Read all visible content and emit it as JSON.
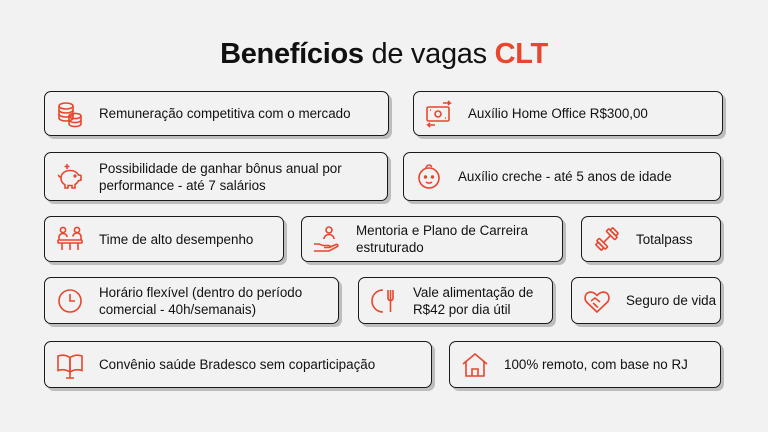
{
  "header": {
    "title_part1": "Benefícios",
    "title_part2": "de vagas",
    "title_part3": "CLT"
  },
  "accent_color": "#e8462d",
  "benefits": [
    {
      "label": "Remuneração competitiva com o mercado",
      "icon": "coins-stack-icon"
    },
    {
      "label": "Auxílio Home Office R$300,00",
      "icon": "money-transfer-icon"
    },
    {
      "label": "Possibilidade de ganhar bônus anual por performance - até 7 salários",
      "icon": "piggy-bank-icon"
    },
    {
      "label": "Auxílio creche - até 5 anos de idade",
      "icon": "baby-face-icon"
    },
    {
      "label": "Time de alto desempenho",
      "icon": "team-meeting-icon"
    },
    {
      "label": "Mentoria e Plano de Carreira estruturado",
      "icon": "hand-with-person-icon"
    },
    {
      "label": "Totalpass",
      "icon": "dumbbell-icon"
    },
    {
      "label": "Horário flexível (dentro do período comercial - 40h/semanais)",
      "icon": "clock-icon"
    },
    {
      "label": "Vale alimentação de R$42 por dia útil",
      "icon": "fork-and-spoon-icon"
    },
    {
      "label": "Seguro de vida",
      "icon": "handshake-heart-icon"
    },
    {
      "label": "Convênio saúde Bradesco sem coparticipação",
      "icon": "health-book-icon"
    },
    {
      "label": "100% remoto, com base no RJ",
      "icon": "house-icon"
    }
  ]
}
